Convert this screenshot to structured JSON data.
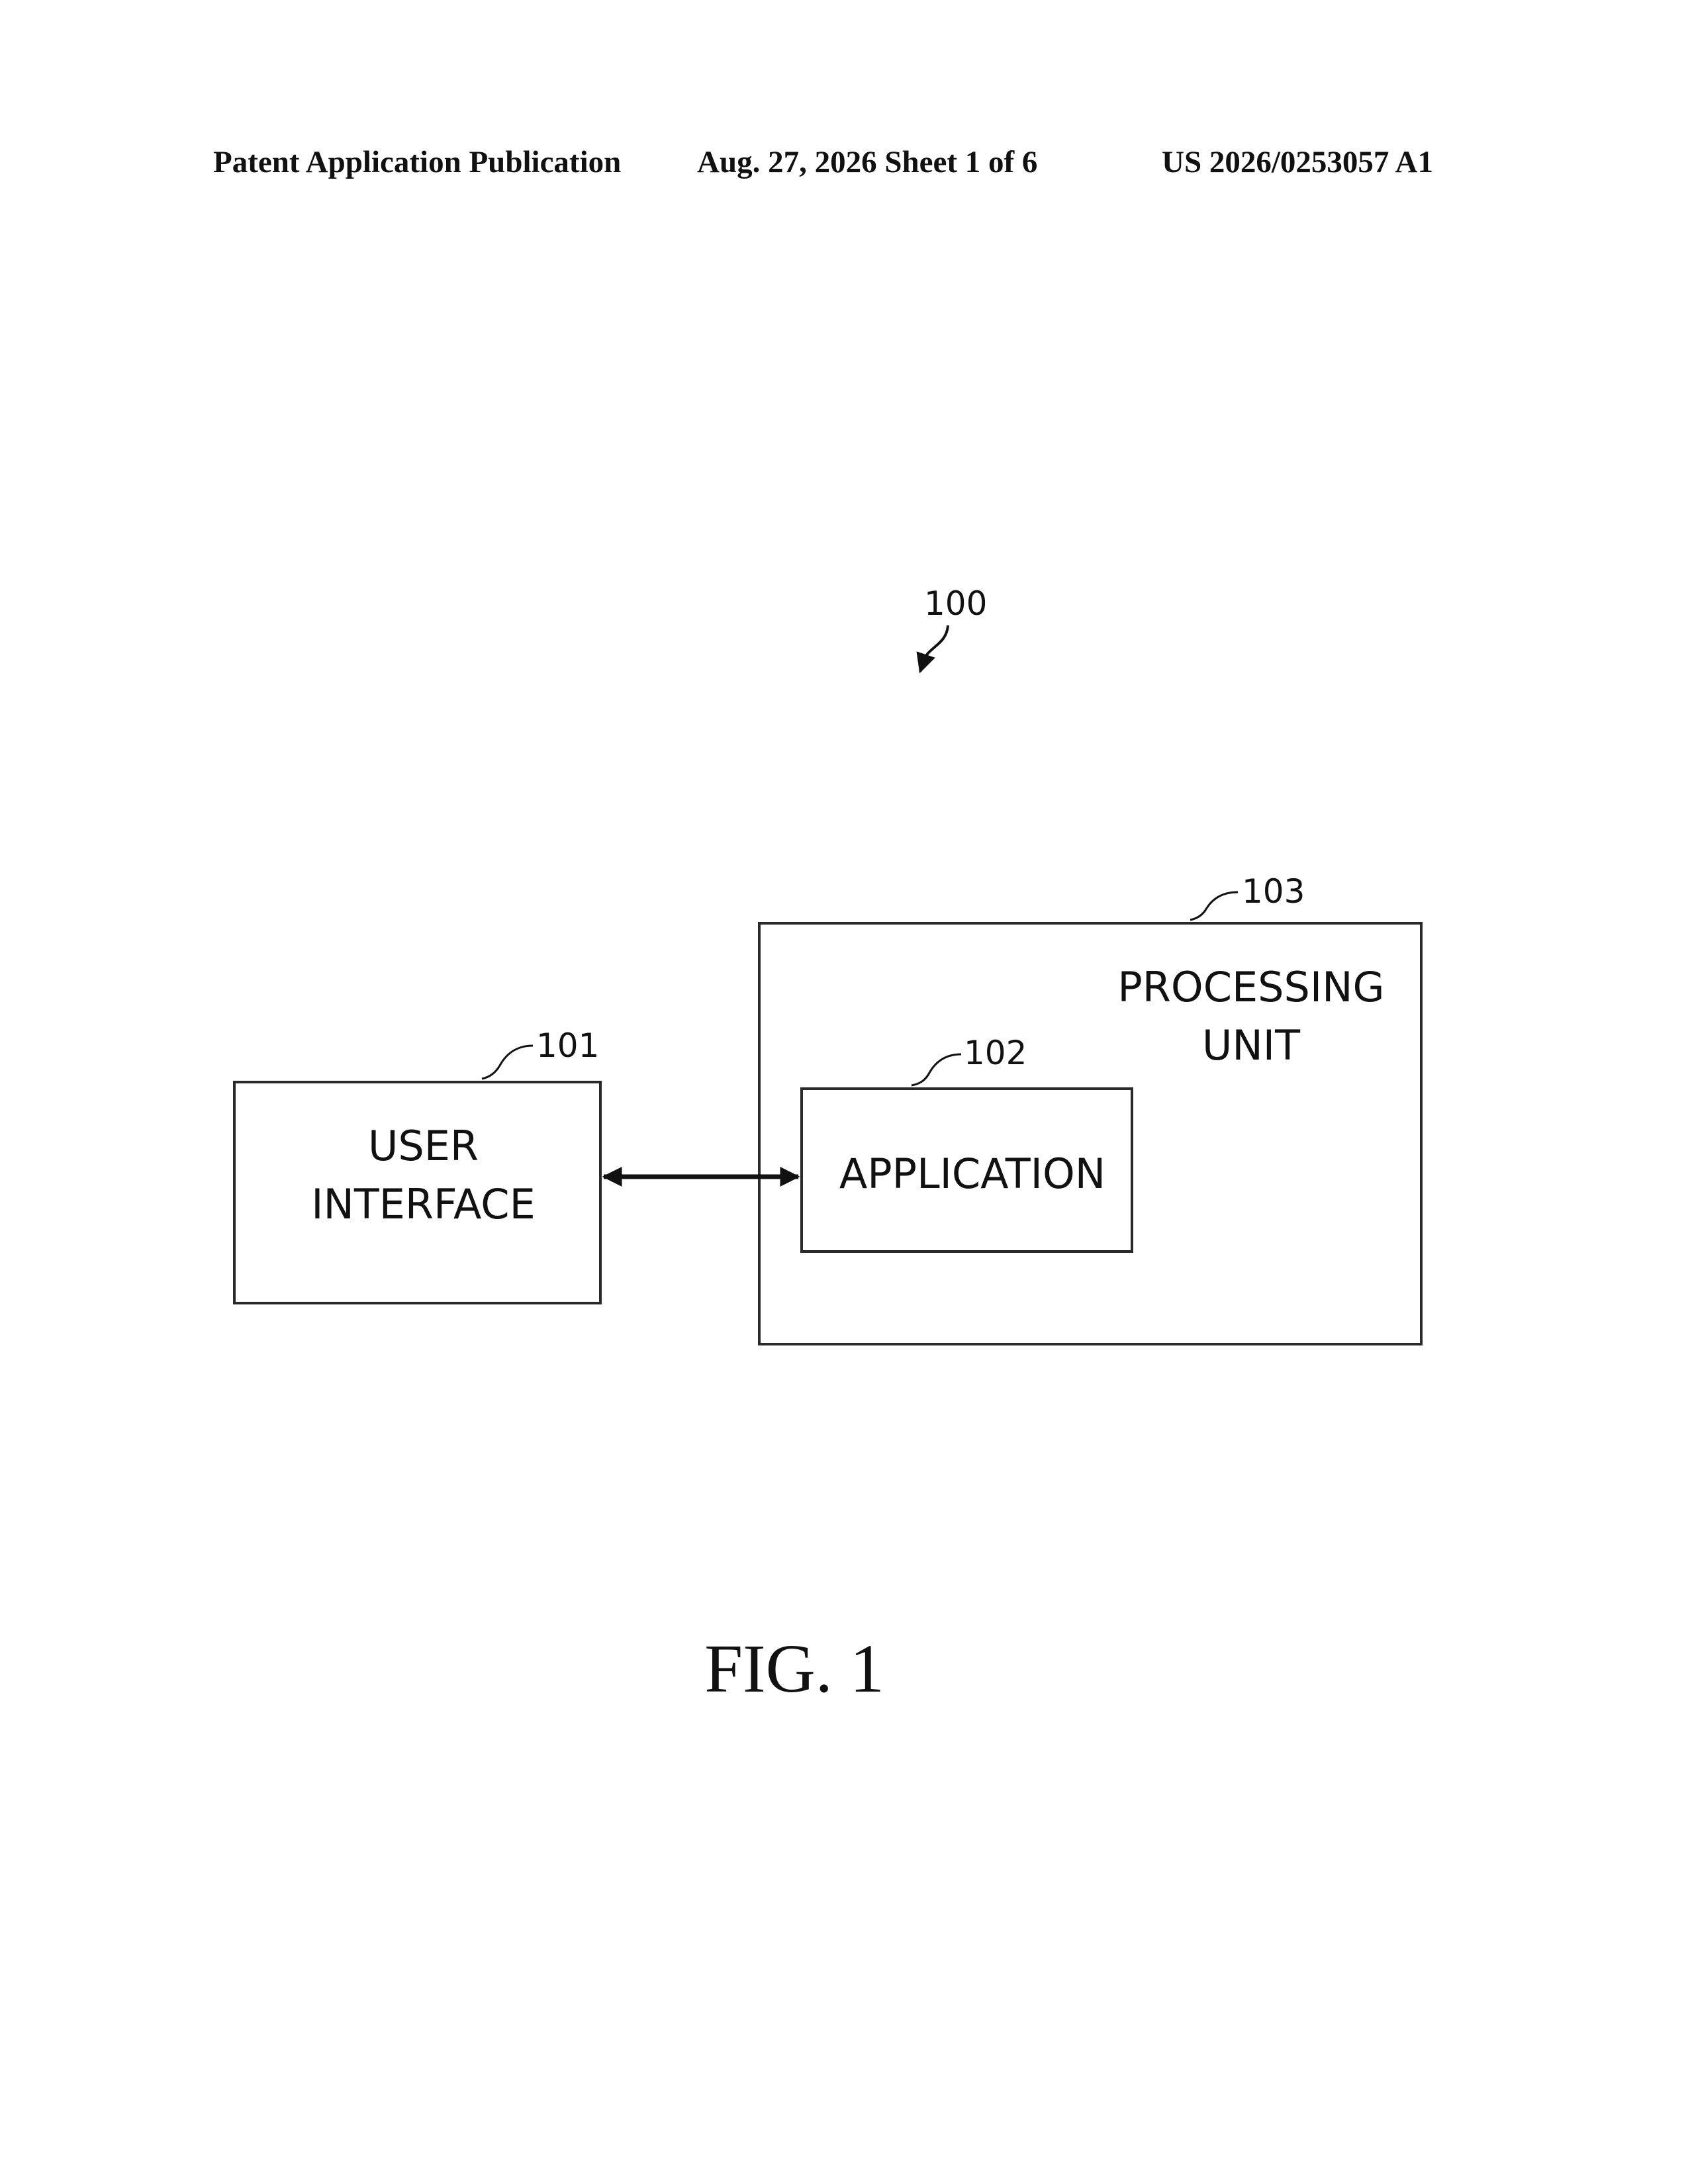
{
  "header": {
    "left": "Patent Application Publication",
    "middle": "Aug. 27, 2026  Sheet 1 of 6",
    "right": "US 2026/0253057 A1"
  },
  "diagram": {
    "system_ref": "100",
    "user_interface": {
      "ref": "101",
      "label_line1": "USER",
      "label_line2": "INTERFACE"
    },
    "application": {
      "ref": "102",
      "label": "APPLICATION"
    },
    "processing_unit": {
      "ref": "103",
      "label_line1": "PROCESSING",
      "label_line2": "UNIT"
    },
    "connection": "bidirectional"
  },
  "figure_caption": "FIG. 1"
}
